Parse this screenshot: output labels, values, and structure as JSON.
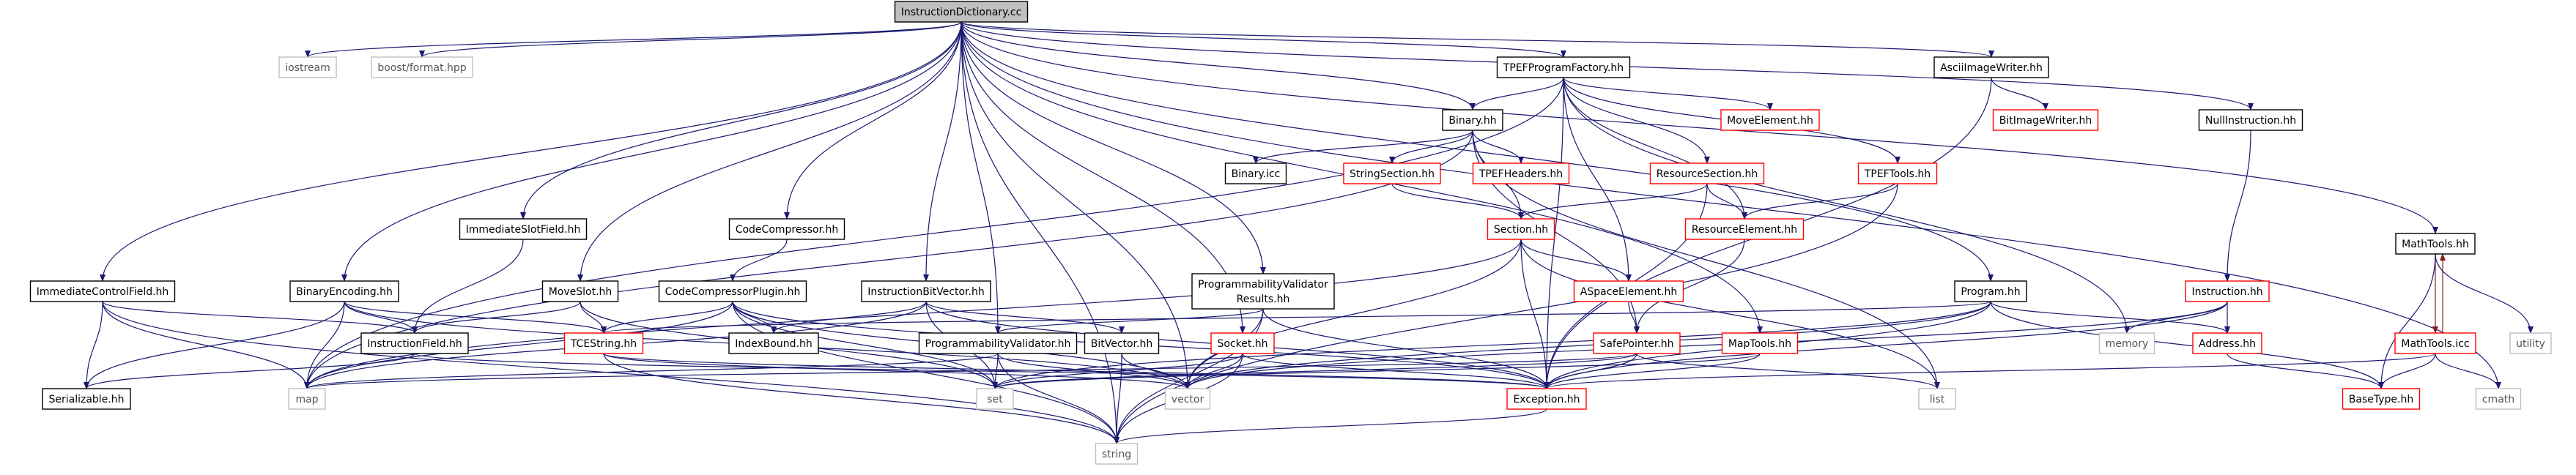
{
  "graph": {
    "colors": {
      "edge": "#191970",
      "edge_cycle": "#8b1a1a",
      "root_fill": "#bfbfbf",
      "documented_border": "#000000",
      "incomplete_border": "#ff0000",
      "external_border": "#bfbfbf",
      "external_text": "#555555"
    },
    "nodes": [
      {
        "id": "root",
        "label": "InstructionDictionary.cc",
        "kind": "root"
      },
      {
        "id": "iostream",
        "label": "iostream",
        "kind": "external"
      },
      {
        "id": "boostformat",
        "label": "boost/format.hpp",
        "kind": "external"
      },
      {
        "id": "tpeffactory",
        "label": "TPEFProgramFactory.hh",
        "kind": "documented"
      },
      {
        "id": "asciiwriter",
        "label": "AsciiImageWriter.hh",
        "kind": "documented"
      },
      {
        "id": "nullinstr",
        "label": "NullInstruction.hh",
        "kind": "documented"
      },
      {
        "id": "mathtools",
        "label": "MathTools.hh",
        "kind": "documented"
      },
      {
        "id": "binary",
        "label": "Binary.hh",
        "kind": "documented"
      },
      {
        "id": "moveelement",
        "label": "MoveElement.hh",
        "kind": "incomplete"
      },
      {
        "id": "bitimagewriter",
        "label": "BitImageWriter.hh",
        "kind": "incomplete"
      },
      {
        "id": "binaryicc",
        "label": "Binary.icc",
        "kind": "documented"
      },
      {
        "id": "stringsection",
        "label": "StringSection.hh",
        "kind": "incomplete"
      },
      {
        "id": "tpefheaders",
        "label": "TPEFHeaders.hh",
        "kind": "incomplete"
      },
      {
        "id": "resourcesection",
        "label": "ResourceSection.hh",
        "kind": "incomplete"
      },
      {
        "id": "tpeftools",
        "label": "TPEFTools.hh",
        "kind": "incomplete"
      },
      {
        "id": "immslotfield",
        "label": "ImmediateSlotField.hh",
        "kind": "documented"
      },
      {
        "id": "codecompressor",
        "label": "CodeCompressor.hh",
        "kind": "documented"
      },
      {
        "id": "section",
        "label": "Section.hh",
        "kind": "incomplete"
      },
      {
        "id": "resourceelement",
        "label": "ResourceElement.hh",
        "kind": "incomplete"
      },
      {
        "id": "immcontrolfield",
        "label": "ImmediateControlField.hh",
        "kind": "documented"
      },
      {
        "id": "binaryencoding",
        "label": "BinaryEncoding.hh",
        "kind": "documented"
      },
      {
        "id": "moveslot",
        "label": "MoveSlot.hh",
        "kind": "documented"
      },
      {
        "id": "ccplugin",
        "label": "CodeCompressorPlugin.hh",
        "kind": "documented"
      },
      {
        "id": "instrbitvector",
        "label": "InstructionBitVector.hh",
        "kind": "documented"
      },
      {
        "id": "progvalresults",
        "label": [
          "ProgrammabilityValidator",
          "Results.hh"
        ],
        "kind": "documented"
      },
      {
        "id": "aspaceelement",
        "label": "ASpaceElement.hh",
        "kind": "incomplete"
      },
      {
        "id": "program",
        "label": "Program.hh",
        "kind": "documented"
      },
      {
        "id": "instruction",
        "label": "Instruction.hh",
        "kind": "incomplete"
      },
      {
        "id": "mathtoolsicc",
        "label": "MathTools.icc",
        "kind": "incomplete"
      },
      {
        "id": "utility",
        "label": "utility",
        "kind": "external"
      },
      {
        "id": "instructionfield",
        "label": "InstructionField.hh",
        "kind": "documented"
      },
      {
        "id": "tcestring",
        "label": "TCEString.hh",
        "kind": "incomplete"
      },
      {
        "id": "indexbound",
        "label": "IndexBound.hh",
        "kind": "documented"
      },
      {
        "id": "progvalidator",
        "label": "ProgrammabilityValidator.hh",
        "kind": "documented"
      },
      {
        "id": "bitvector",
        "label": "BitVector.hh",
        "kind": "documented"
      },
      {
        "id": "socket",
        "label": "Socket.hh",
        "kind": "incomplete"
      },
      {
        "id": "safepointer",
        "label": "SafePointer.hh",
        "kind": "incomplete"
      },
      {
        "id": "maptools",
        "label": "MapTools.hh",
        "kind": "incomplete"
      },
      {
        "id": "address",
        "label": "Address.hh",
        "kind": "incomplete"
      },
      {
        "id": "memory",
        "label": "memory",
        "kind": "external"
      },
      {
        "id": "serializable",
        "label": "Serializable.hh",
        "kind": "documented"
      },
      {
        "id": "map",
        "label": "map",
        "kind": "external"
      },
      {
        "id": "set",
        "label": "set",
        "kind": "external"
      },
      {
        "id": "vector",
        "label": "vector",
        "kind": "external"
      },
      {
        "id": "exception",
        "label": "Exception.hh",
        "kind": "incomplete"
      },
      {
        "id": "list",
        "label": "list",
        "kind": "external"
      },
      {
        "id": "basetype",
        "label": "BaseType.hh",
        "kind": "incomplete"
      },
      {
        "id": "cmath",
        "label": "cmath",
        "kind": "external"
      },
      {
        "id": "string",
        "label": "string",
        "kind": "external"
      }
    ],
    "edges": [
      [
        "root",
        "iostream"
      ],
      [
        "root",
        "boostformat"
      ],
      [
        "root",
        "tpeffactory"
      ],
      [
        "root",
        "asciiwriter"
      ],
      [
        "root",
        "nullinstr"
      ],
      [
        "root",
        "mathtools"
      ],
      [
        "root",
        "binary"
      ],
      [
        "root",
        "immslotfield"
      ],
      [
        "root",
        "codecompressor"
      ],
      [
        "root",
        "immcontrolfield"
      ],
      [
        "root",
        "binaryencoding"
      ],
      [
        "root",
        "moveslot"
      ],
      [
        "root",
        "instrbitvector"
      ],
      [
        "root",
        "progvalresults"
      ],
      [
        "root",
        "progvalidator"
      ],
      [
        "root",
        "socket"
      ],
      [
        "root",
        "program"
      ],
      [
        "root",
        "maptools"
      ],
      [
        "root",
        "cmath"
      ],
      [
        "root",
        "string"
      ],
      [
        "root",
        "vector"
      ],
      [
        "tpeffactory",
        "binary"
      ],
      [
        "tpeffactory",
        "moveelement"
      ],
      [
        "tpeffactory",
        "resourcesection"
      ],
      [
        "tpeffactory",
        "tpeftools"
      ],
      [
        "tpeffactory",
        "aspaceelement"
      ],
      [
        "tpeffactory",
        "resourceelement"
      ],
      [
        "tpeffactory",
        "memory"
      ],
      [
        "tpeffactory",
        "map"
      ],
      [
        "tpeffactory",
        "exception"
      ],
      [
        "asciiwriter",
        "bitimagewriter"
      ],
      [
        "asciiwriter",
        "exception"
      ],
      [
        "nullinstr",
        "instruction"
      ],
      [
        "mathtools",
        "mathtoolsicc"
      ],
      [
        "mathtools",
        "utility"
      ],
      [
        "mathtools",
        "basetype"
      ],
      [
        "binary",
        "binaryicc"
      ],
      [
        "binary",
        "stringsection"
      ],
      [
        "binary",
        "tpefheaders"
      ],
      [
        "binary",
        "section"
      ],
      [
        "binary",
        "safepointer"
      ],
      [
        "binary",
        "list"
      ],
      [
        "binary",
        "map"
      ],
      [
        "stringsection",
        "section"
      ],
      [
        "resourcesection",
        "section"
      ],
      [
        "resourcesection",
        "resourceelement"
      ],
      [
        "resourcesection",
        "exception"
      ],
      [
        "tpeftools",
        "resourceelement"
      ],
      [
        "tpeftools",
        "string"
      ],
      [
        "immslotfield",
        "instructionfield"
      ],
      [
        "codecompressor",
        "ccplugin"
      ],
      [
        "section",
        "aspaceelement"
      ],
      [
        "section",
        "exception"
      ],
      [
        "section",
        "list"
      ],
      [
        "section",
        "vector"
      ],
      [
        "section",
        "map"
      ],
      [
        "resourceelement",
        "safepointer"
      ],
      [
        "aspaceelement",
        "safepointer"
      ],
      [
        "immcontrolfield",
        "instructionfield"
      ],
      [
        "immcontrolfield",
        "serializable"
      ],
      [
        "immcontrolfield",
        "map"
      ],
      [
        "immcontrolfield",
        "string"
      ],
      [
        "binaryencoding",
        "instructionfield"
      ],
      [
        "binaryencoding",
        "tcestring"
      ],
      [
        "binaryencoding",
        "serializable"
      ],
      [
        "binaryencoding",
        "map"
      ],
      [
        "binaryencoding",
        "vector"
      ],
      [
        "moveslot",
        "instructionfield"
      ],
      [
        "moveslot",
        "tcestring"
      ],
      [
        "moveslot",
        "set"
      ],
      [
        "ccplugin",
        "tcestring"
      ],
      [
        "ccplugin",
        "indexbound"
      ],
      [
        "ccplugin",
        "exception"
      ],
      [
        "ccplugin",
        "set"
      ],
      [
        "ccplugin",
        "map"
      ],
      [
        "ccplugin",
        "string"
      ],
      [
        "ccplugin",
        "vector"
      ],
      [
        "instrbitvector",
        "bitvector"
      ],
      [
        "instrbitvector",
        "indexbound"
      ],
      [
        "instrbitvector",
        "set"
      ],
      [
        "instrbitvector",
        "map"
      ],
      [
        "instrbitvector",
        "exception"
      ],
      [
        "progvalresults",
        "progvalidator"
      ],
      [
        "progvalresults",
        "vector"
      ],
      [
        "progvalresults",
        "string"
      ],
      [
        "progvalresults",
        "exception"
      ],
      [
        "program",
        "tcestring"
      ],
      [
        "program",
        "address"
      ],
      [
        "program",
        "basetype"
      ],
      [
        "program",
        "exception"
      ],
      [
        "program",
        "set"
      ],
      [
        "program",
        "vector"
      ],
      [
        "instruction",
        "address"
      ],
      [
        "instruction",
        "exception"
      ],
      [
        "instruction",
        "memory"
      ],
      [
        "instruction",
        "vector"
      ],
      [
        "mathtoolsicc",
        "exception"
      ],
      [
        "mathtoolsicc",
        "basetype"
      ],
      [
        "mathtoolsicc",
        "cmath"
      ],
      [
        "instructionfield",
        "serializable"
      ],
      [
        "instructionfield",
        "exception"
      ],
      [
        "tcestring",
        "string"
      ],
      [
        "tcestring",
        "vector"
      ],
      [
        "tcestring",
        "exception"
      ],
      [
        "progvalidator",
        "set"
      ],
      [
        "progvalidator",
        "vector"
      ],
      [
        "progvalidator",
        "string"
      ],
      [
        "progvalidator",
        "map"
      ],
      [
        "bitvector",
        "vector"
      ],
      [
        "bitvector",
        "string"
      ],
      [
        "socket",
        "set"
      ],
      [
        "socket",
        "vector"
      ],
      [
        "socket",
        "exception"
      ],
      [
        "socket",
        "string"
      ],
      [
        "safepointer",
        "exception"
      ],
      [
        "safepointer",
        "list"
      ],
      [
        "safepointer",
        "set"
      ],
      [
        "safepointer",
        "map"
      ],
      [
        "maptools",
        "exception"
      ],
      [
        "maptools",
        "set"
      ],
      [
        "address",
        "basetype"
      ],
      [
        "exception",
        "string"
      ]
    ]
  }
}
